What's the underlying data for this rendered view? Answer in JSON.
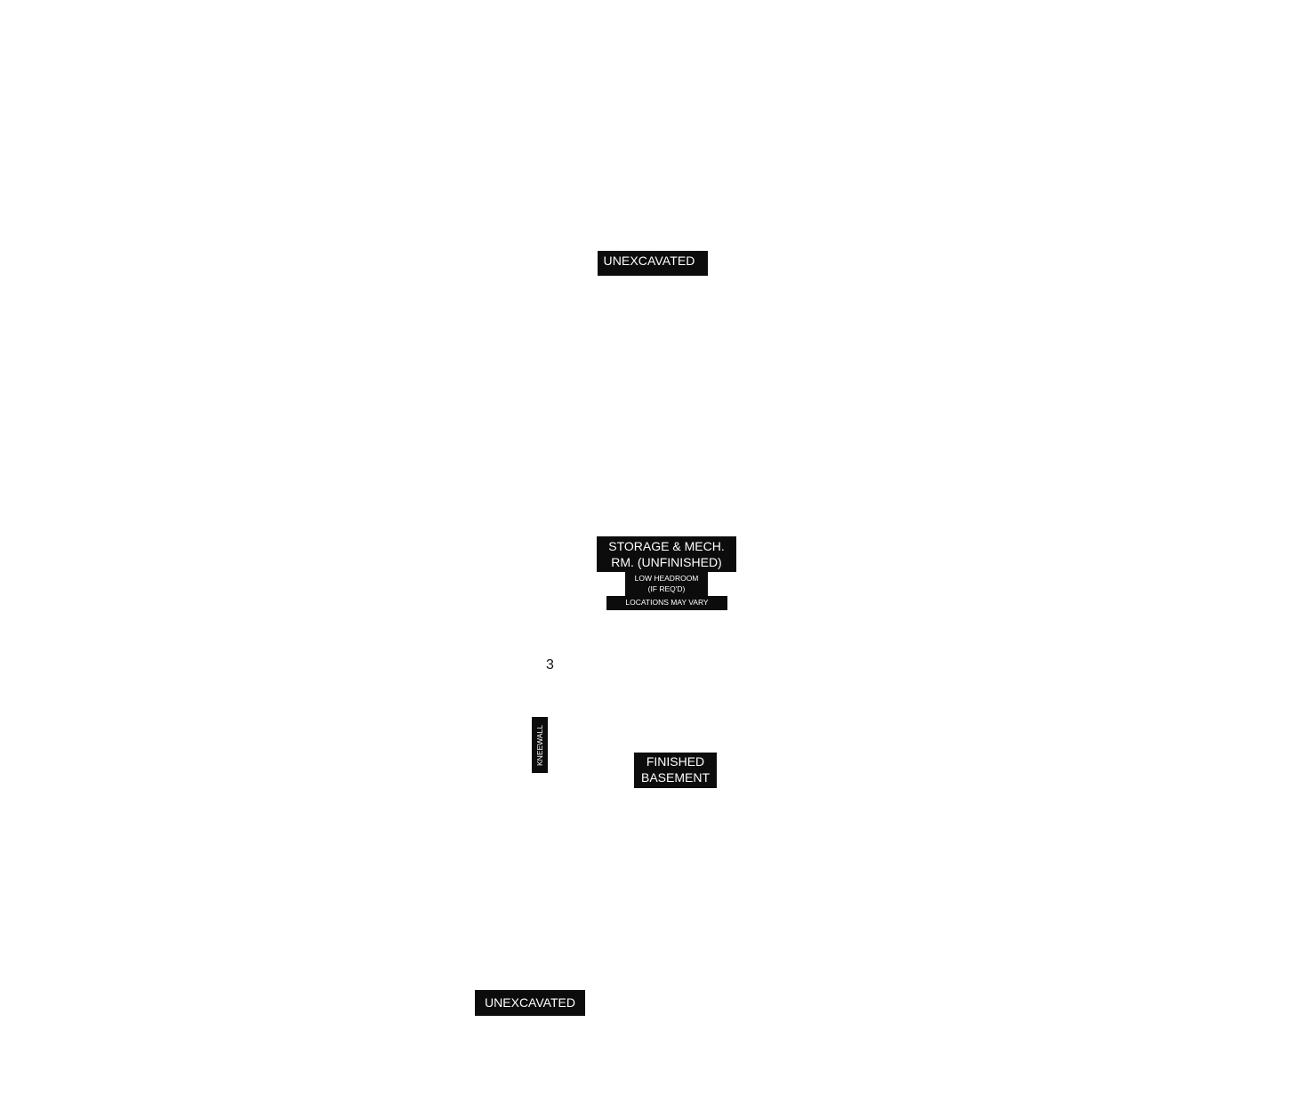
{
  "plan": {
    "labels": {
      "unexcavated_top": "UNEXCAVATED",
      "storage_line1": "STORAGE & MECH.",
      "storage_line2": "RM. (UNFINISHED)",
      "headroom_line1": "LOW HEADROOM",
      "headroom_line2": "(IF REQ'D)",
      "locations_note": "LOCATIONS MAY VARY",
      "room_number": "3",
      "kneewall": "KNEEWALL",
      "finished_line1": "FINISHED",
      "finished_line2": "BASEMENT",
      "unexcavated_bottom": "UNEXCAVATED"
    },
    "colors": {
      "label_background": "#0c0c0c",
      "label_text": "#ffffff",
      "page_background": "#ffffff"
    }
  }
}
